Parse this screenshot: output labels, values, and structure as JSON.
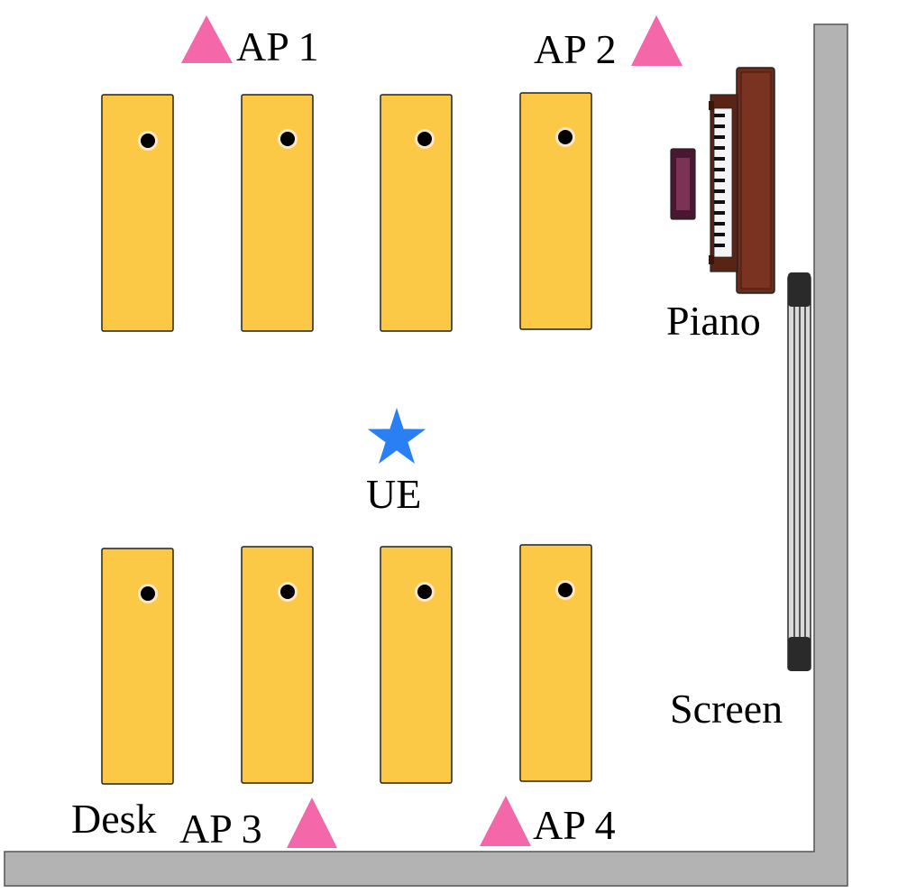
{
  "labels": {
    "ap1": "AP 1",
    "ap2": "AP 2",
    "ap3": "AP 3",
    "ap4": "AP 4",
    "ue": "UE",
    "piano": "Piano",
    "screen": "Screen",
    "desk": "Desk"
  },
  "colors": {
    "wall": "#b3b3b3",
    "desk": "#fcc947",
    "access_point": "#f467a9",
    "ue": "#2a7ff5",
    "piano_body": "#6b2d1b",
    "screen_frame": "#2a2a2a"
  },
  "icons": {
    "access_point": "triangle-icon",
    "ue": "star-icon",
    "desk_marker": "dot-icon"
  }
}
